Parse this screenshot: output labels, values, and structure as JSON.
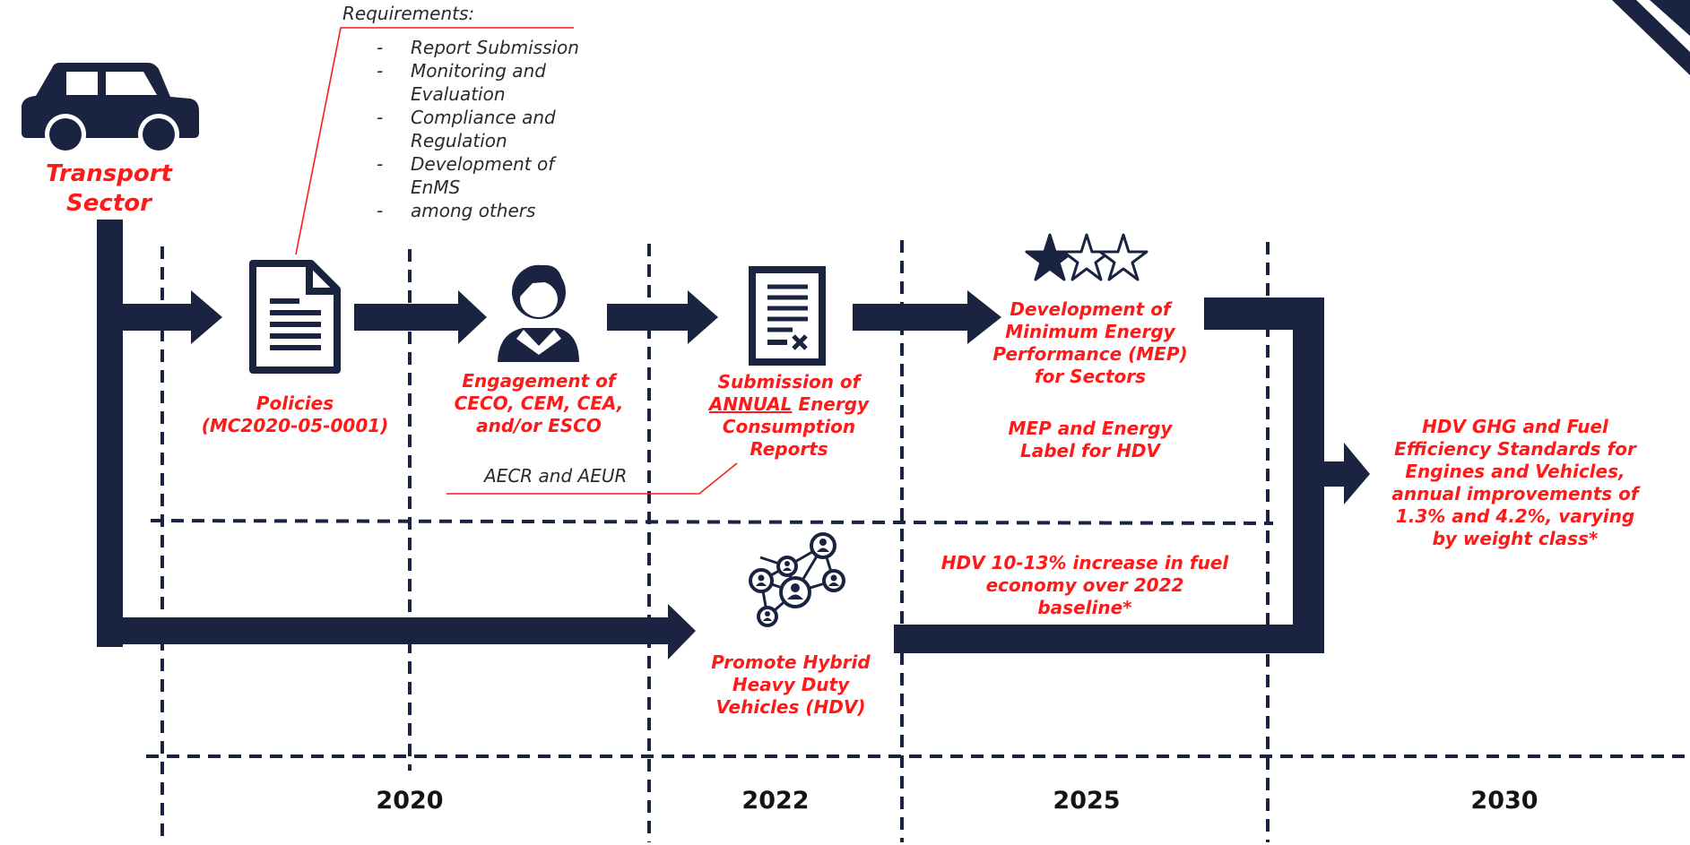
{
  "colors": {
    "navy": "#1a2440",
    "accent": "#ff1a1a",
    "text": "#2a2a2a"
  },
  "sector": {
    "label": "Transport Sector",
    "icon": "car-icon"
  },
  "requirements": {
    "title": "Requirements:",
    "items": [
      "Report Submission",
      "Monitoring and Evaluation",
      "Compliance and Regulation",
      "Development of EnMS",
      "among others"
    ]
  },
  "steps": {
    "policies": {
      "icon": "document-icon",
      "label": "Policies\n(MC2020-05-0001)"
    },
    "engagement": {
      "icon": "person-icon",
      "label": "Engagement of\nCECO, CEM, CEA,\nand/or ESCO"
    },
    "submission": {
      "icon": "report-icon",
      "label_pre": "Submission of",
      "label_underlined": "ANNUAL",
      "label_post": "Energy\nConsumption\nReports"
    },
    "mep": {
      "icon": "star-rating-icon",
      "stars_filled": 1,
      "stars_total": 3,
      "label": "Development of\nMinimum Energy\nPerformance (MEP)\nfor Sectors",
      "sub_label": "MEP and Energy\nLabel  for HDV"
    },
    "hybrid": {
      "icon": "network-icon",
      "label": "Promote Hybrid\nHeavy Duty\nVehicles  (HDV)"
    },
    "fuel_economy": {
      "label": "HDV 10-13% increase in fuel\neconomy over 2022\nbaseline*"
    },
    "standards": {
      "label": "HDV GHG and Fuel\nEfficiency Standards for\nEngines and Vehicles,\nannual improvements of\n1.3% and 4.2%, varying\nby weight class*"
    }
  },
  "annotation": {
    "aecr_aeur": "AECR and AEUR"
  },
  "years": [
    "2020",
    "2022",
    "2025",
    "2030"
  ]
}
